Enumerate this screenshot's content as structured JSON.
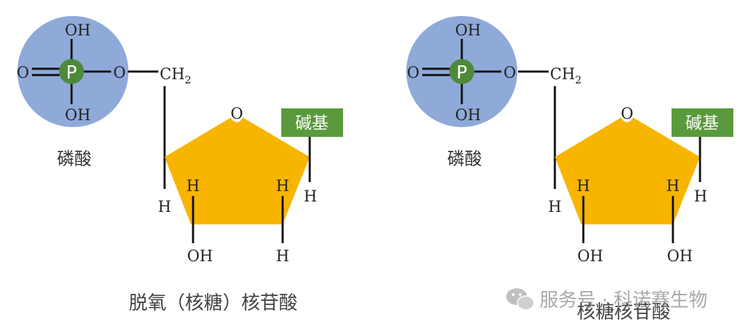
{
  "left": {
    "phosphate": {
      "P": "P",
      "O_top": "OH",
      "O_bottom": "OH",
      "O_left": "O",
      "O_right": "O",
      "label": "磷酸"
    },
    "ch2": {
      "main": "CH",
      "sub": "2"
    },
    "ring_o": "O",
    "base": "碱基",
    "h_c4": "H",
    "h_c3": "H",
    "h_c2": "H",
    "h_c1": "H",
    "c3_sub": "OH",
    "c2_sub": "H",
    "caption": "脱氧（核糖）核苷酸"
  },
  "right": {
    "phosphate": {
      "P": "P",
      "O_top": "OH",
      "O_bottom": "OH",
      "O_left": "O",
      "O_right": "O",
      "label": "磷酸"
    },
    "ch2": {
      "main": "CH",
      "sub": "2"
    },
    "ring_o": "O",
    "base": "碱基",
    "h_c4": "H",
    "h_c3": "H",
    "h_c2": "H",
    "h_c1": "H",
    "c3_sub": "OH",
    "c2_sub": "OH",
    "caption": "核糖核苷酸"
  },
  "watermark": "服务号 · 科诺赛生物",
  "colors": {
    "phosphate_circle": "#8fa9d9",
    "p_atom": "#4e8a3a",
    "sugar": "#f8b500",
    "base_box": "#5a9a3c"
  }
}
